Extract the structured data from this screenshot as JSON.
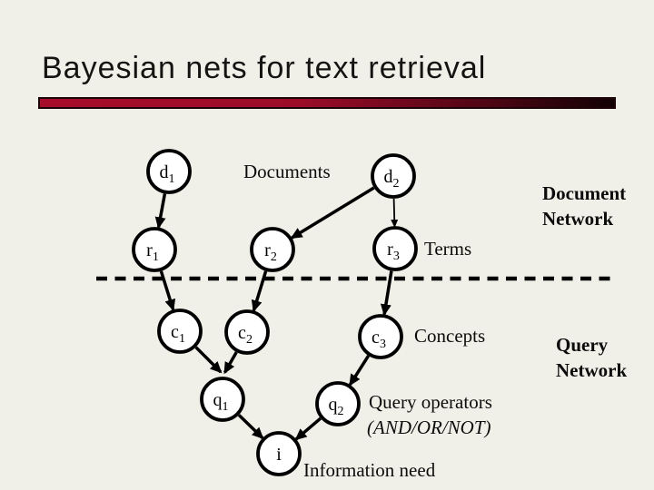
{
  "slide": {
    "title": "Bayesian nets for text retrieval",
    "background_color": "#f1f0e8",
    "accent_bar_colors": {
      "start": "#a60d2b",
      "end": "#120204"
    }
  },
  "diagram": {
    "node_fill": "#ffffff",
    "node_stroke": "#000000",
    "nodes": {
      "d1": {
        "base": "d",
        "sub": "1"
      },
      "d2": {
        "base": "d",
        "sub": "2"
      },
      "r1": {
        "base": "r",
        "sub": "1"
      },
      "r2": {
        "base": "r",
        "sub": "2"
      },
      "r3": {
        "base": "r",
        "sub": "3"
      },
      "c1": {
        "base": "c",
        "sub": "1"
      },
      "c2": {
        "base": "c",
        "sub": "2"
      },
      "c3": {
        "base": "c",
        "sub": "3"
      },
      "q1": {
        "base": "q",
        "sub": "1"
      },
      "q2": {
        "base": "q",
        "sub": "2"
      },
      "i": {
        "base": "i",
        "sub": ""
      }
    },
    "labels": {
      "documents": "Documents",
      "terms": "Terms",
      "concepts": "Concepts",
      "document_network": {
        "line1": "Document",
        "line2": "Network"
      },
      "query_network": {
        "line1": "Query",
        "line2": "Network"
      },
      "query_operators": "Query operators",
      "query_operators_detail": "(AND/OR/NOT)",
      "information_need": "Information need"
    },
    "edges": [
      {
        "from": "d1",
        "to": "r1"
      },
      {
        "from": "d2",
        "to": "r2"
      },
      {
        "from": "d2",
        "to": "r3",
        "style": "thin"
      },
      {
        "from": "r1",
        "to": "c1"
      },
      {
        "from": "r2",
        "to": "c2"
      },
      {
        "from": "r3",
        "to": "c3"
      },
      {
        "from": "c1",
        "to": "q1"
      },
      {
        "from": "c2",
        "to": "q1"
      },
      {
        "from": "c3",
        "to": "q2"
      },
      {
        "from": "q1",
        "to": "i"
      },
      {
        "from": "q2",
        "to": "i"
      }
    ]
  }
}
